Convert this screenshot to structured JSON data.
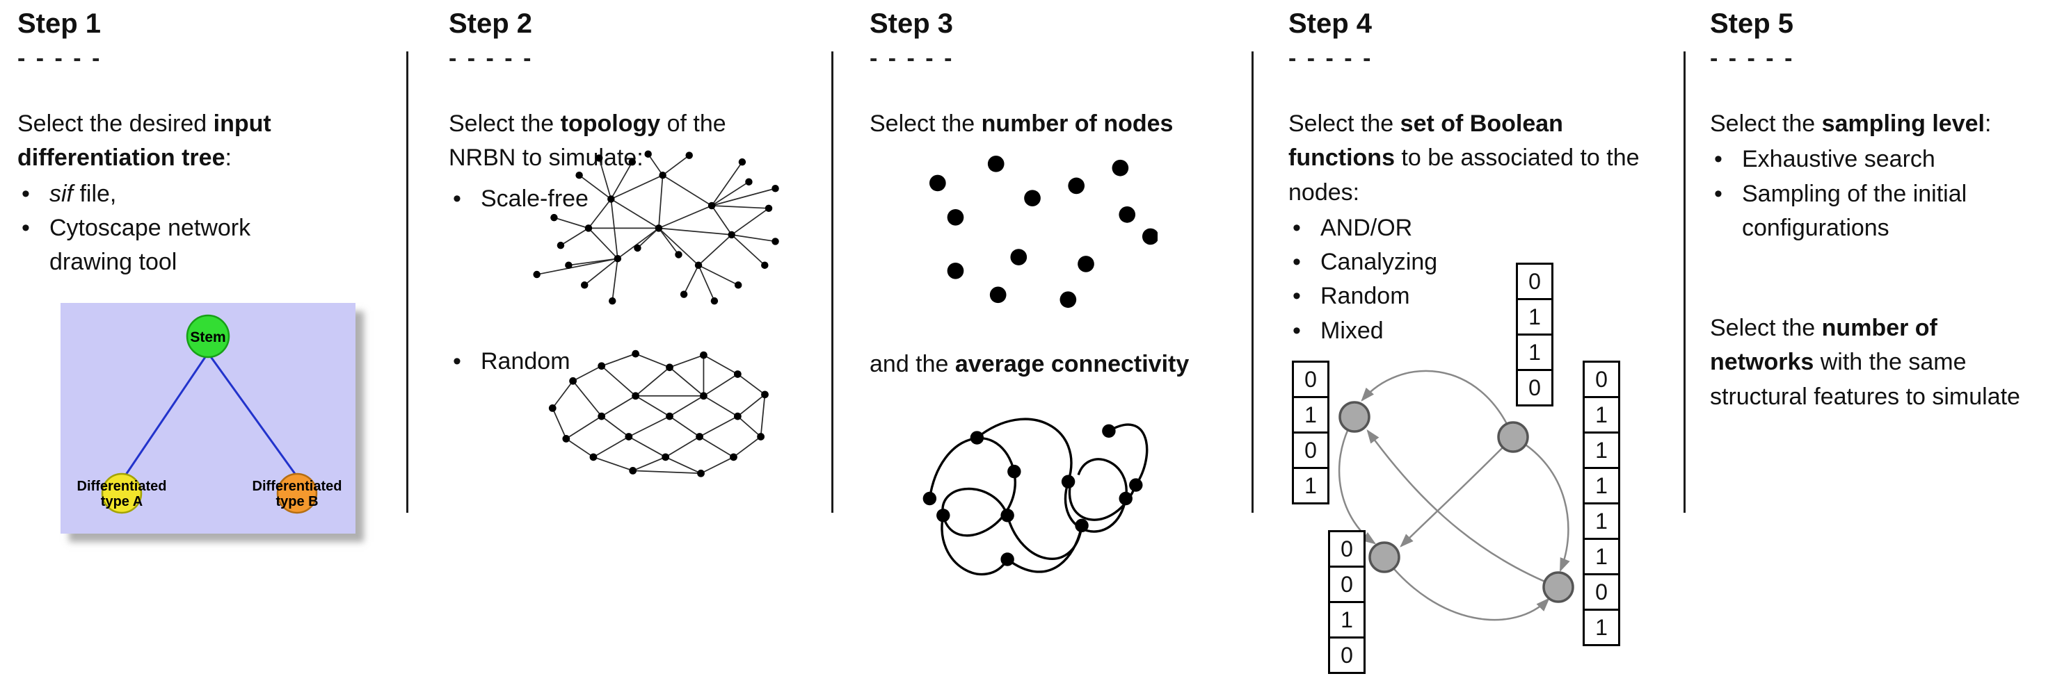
{
  "steps": [
    {
      "title": "Step 1",
      "dashes": "- - - - -",
      "intro": {
        "pre": "Select the desired ",
        "bold": "input differentiation tree",
        "post": ":"
      },
      "bullets": [
        {
          "italic": "sif",
          "rest": " file,"
        },
        {
          "text": "Cytoscape network drawing tool"
        }
      ],
      "tree": {
        "background": "#cbcaf7",
        "edge_color": "#2233cc",
        "stem": {
          "label": "Stem",
          "color": "#33dd33",
          "stroke": "#17a017"
        },
        "type_a": {
          "line1": "Differentiated",
          "line2": "type A",
          "color": "#f2e52b",
          "stroke": "#a3a300"
        },
        "type_b": {
          "line1": "Differentiated",
          "line2": "type B",
          "color": "#f5992e",
          "stroke": "#b56e12"
        }
      }
    },
    {
      "title": "Step 2",
      "dashes": "- - - - -",
      "intro": {
        "pre": "Select the ",
        "bold": "topology",
        "post": " of the NRBN to simulate:"
      },
      "bullets": [
        {
          "text": "Scale-free"
        },
        {
          "text": "Random"
        }
      ]
    },
    {
      "title": "Step 3",
      "dashes": "- - - - -",
      "line1": {
        "pre": "Select the ",
        "bold": "number of nodes",
        "post": ""
      },
      "line2": {
        "pre": "and the ",
        "bold": "average connectivity",
        "post": ""
      }
    },
    {
      "title": "Step 4",
      "dashes": "- - - - -",
      "intro": {
        "pre": "Select the ",
        "bold": "set of Boolean functions",
        "post": " to be associated to the nodes:"
      },
      "bullets": [
        {
          "text": "AND/OR"
        },
        {
          "text": "Canalyzing"
        },
        {
          "text": "Random"
        },
        {
          "text": "Mixed"
        }
      ],
      "truth_tables": {
        "left": [
          "0",
          "1",
          "0",
          "1"
        ],
        "top": [
          "0",
          "1",
          "1",
          "0"
        ],
        "right": [
          "0",
          "1",
          "1",
          "1",
          "1",
          "1",
          "0",
          "1"
        ],
        "bottom": [
          "0",
          "0",
          "1",
          "0"
        ]
      }
    },
    {
      "title": "Step 5",
      "dashes": "- - - - -",
      "intro": {
        "pre": "Select the ",
        "bold": "sampling level",
        "post": ":"
      },
      "bullets": [
        {
          "text": "Exhaustive search"
        },
        {
          "text": "Sampling of the initial configurations"
        }
      ],
      "second": {
        "pre": "Select the ",
        "bold": "number of networks",
        "post": " with the same structural features to simulate"
      }
    }
  ]
}
